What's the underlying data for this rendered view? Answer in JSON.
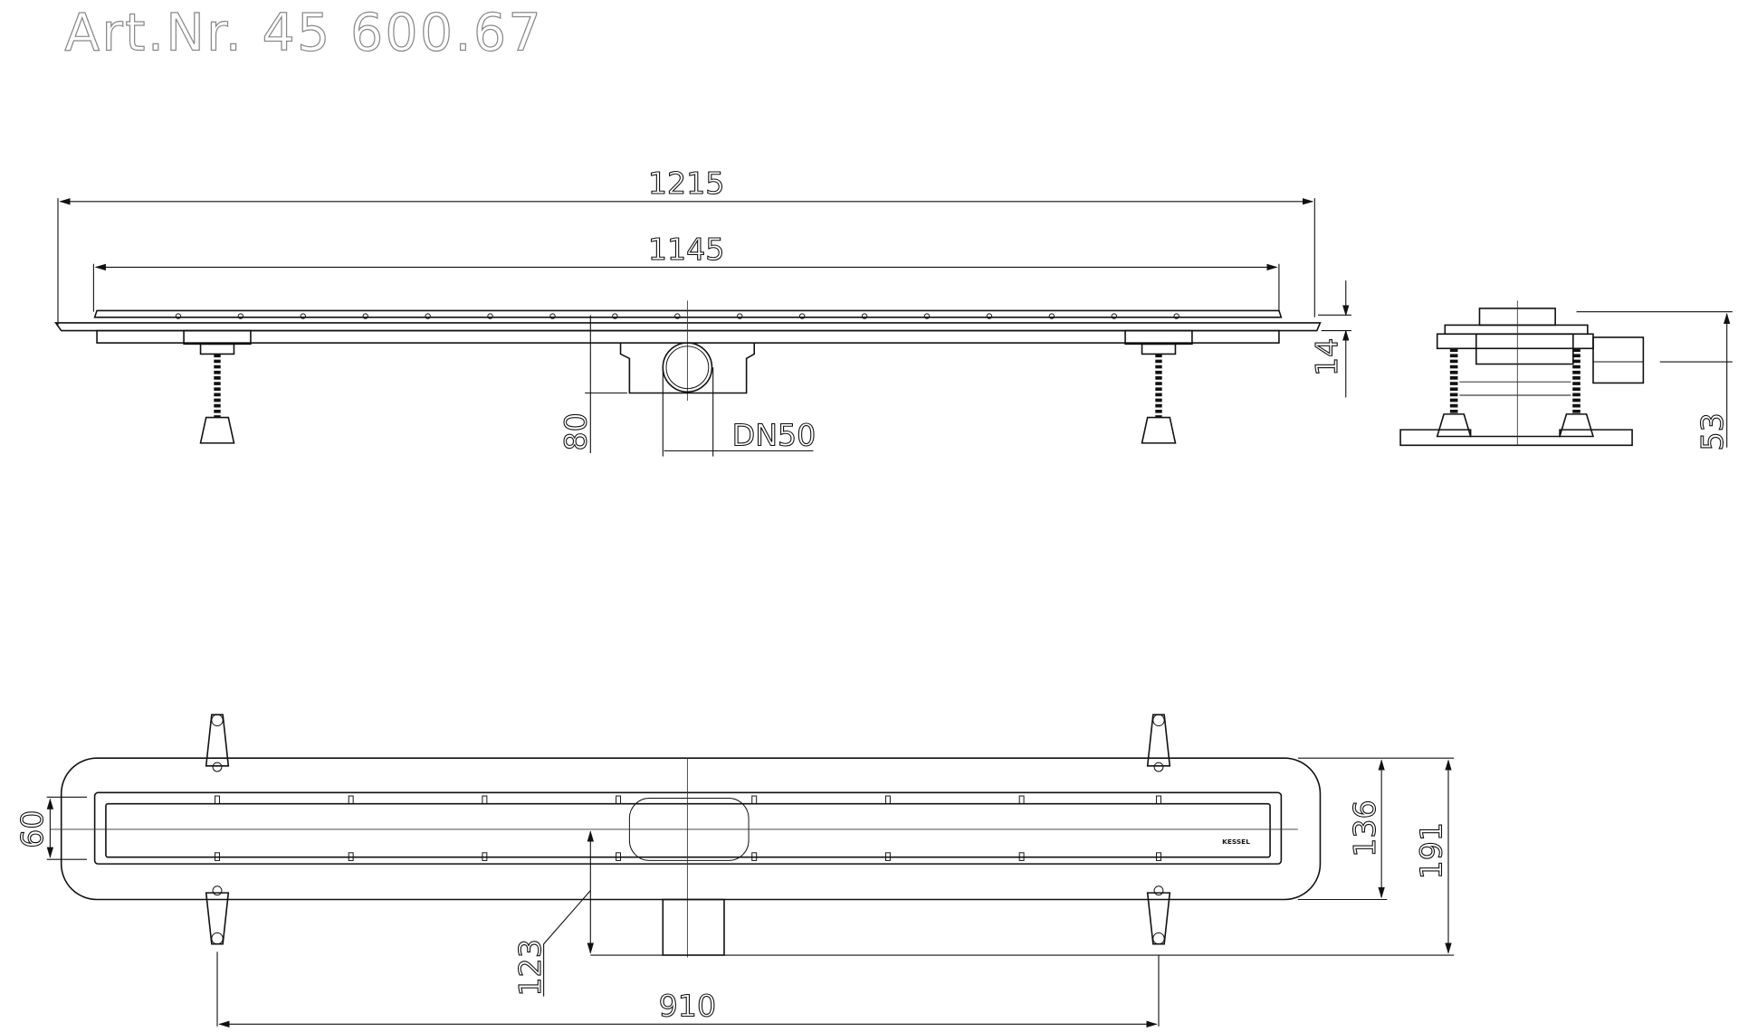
{
  "title": "Art.Nr.  45  600.67",
  "front_view": {
    "dim_overall_length": "1215",
    "dim_channel_length": "1145",
    "dim_flange_height": "14",
    "dim_outlet_height": "80",
    "dim_outlet_size": "DN50"
  },
  "side_view": {
    "dim_height": "53"
  },
  "top_view": {
    "dim_grate_width": "60",
    "dim_flange_width": "136",
    "dim_total_width": "191",
    "dim_outlet_offset": "123",
    "dim_anchor_spacing": "910",
    "logo_text": "KESSEL"
  },
  "colors": {
    "line": "#111111",
    "title": "#888888",
    "background": "#ffffff"
  }
}
